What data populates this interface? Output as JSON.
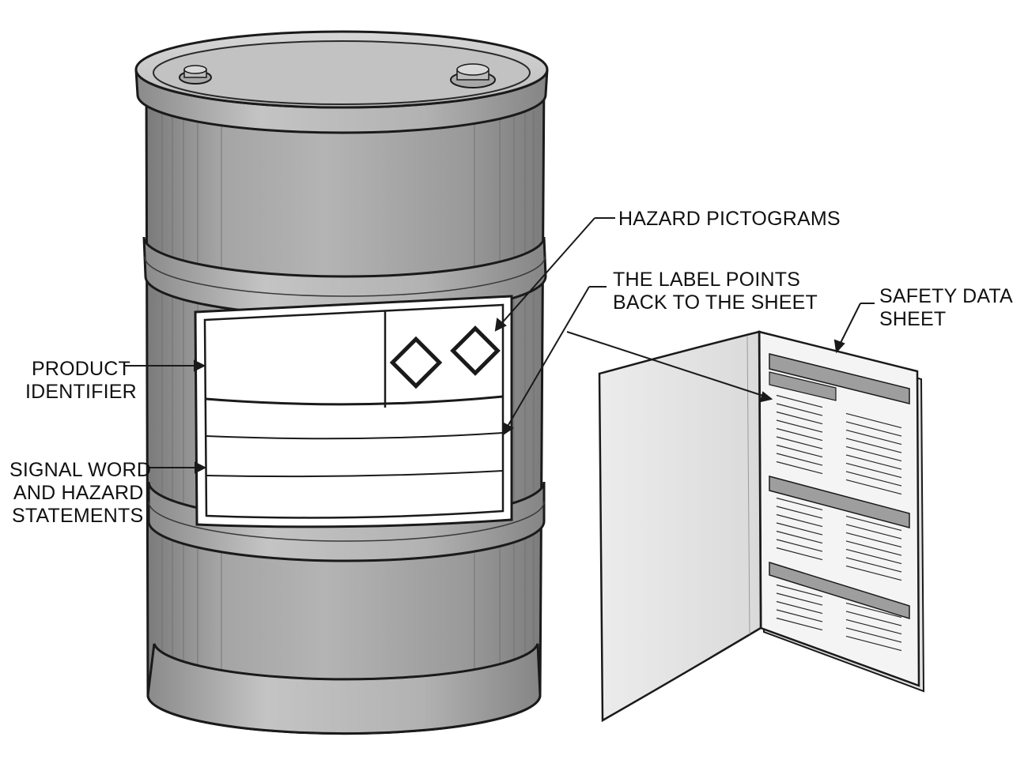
{
  "callouts": {
    "hazard_pictograms": {
      "lines": [
        "HAZARD PICTOGRAMS"
      ]
    },
    "label_points_back": {
      "lines": [
        "THE LABEL POINTS",
        "BACK TO THE SHEET"
      ]
    },
    "safety_data_sheet": {
      "lines": [
        "SAFETY DATA",
        "SHEET"
      ]
    },
    "product_identifier": {
      "lines": [
        "PRODUCT",
        "IDENTIFIER"
      ]
    },
    "signal_word": {
      "lines": [
        "SIGNAL WORD",
        "AND HAZARD",
        "STATEMENTS"
      ]
    }
  },
  "colors": {
    "drum_body": "#9a9a9a",
    "drum_band": "#b0b0b0",
    "drum_top": "#c8c8c8",
    "outline": "#1a1a1a",
    "label_bg": "#ffffff",
    "sheet_header": "#9e9e9e",
    "sheet_page": "#f4f4f4"
  }
}
